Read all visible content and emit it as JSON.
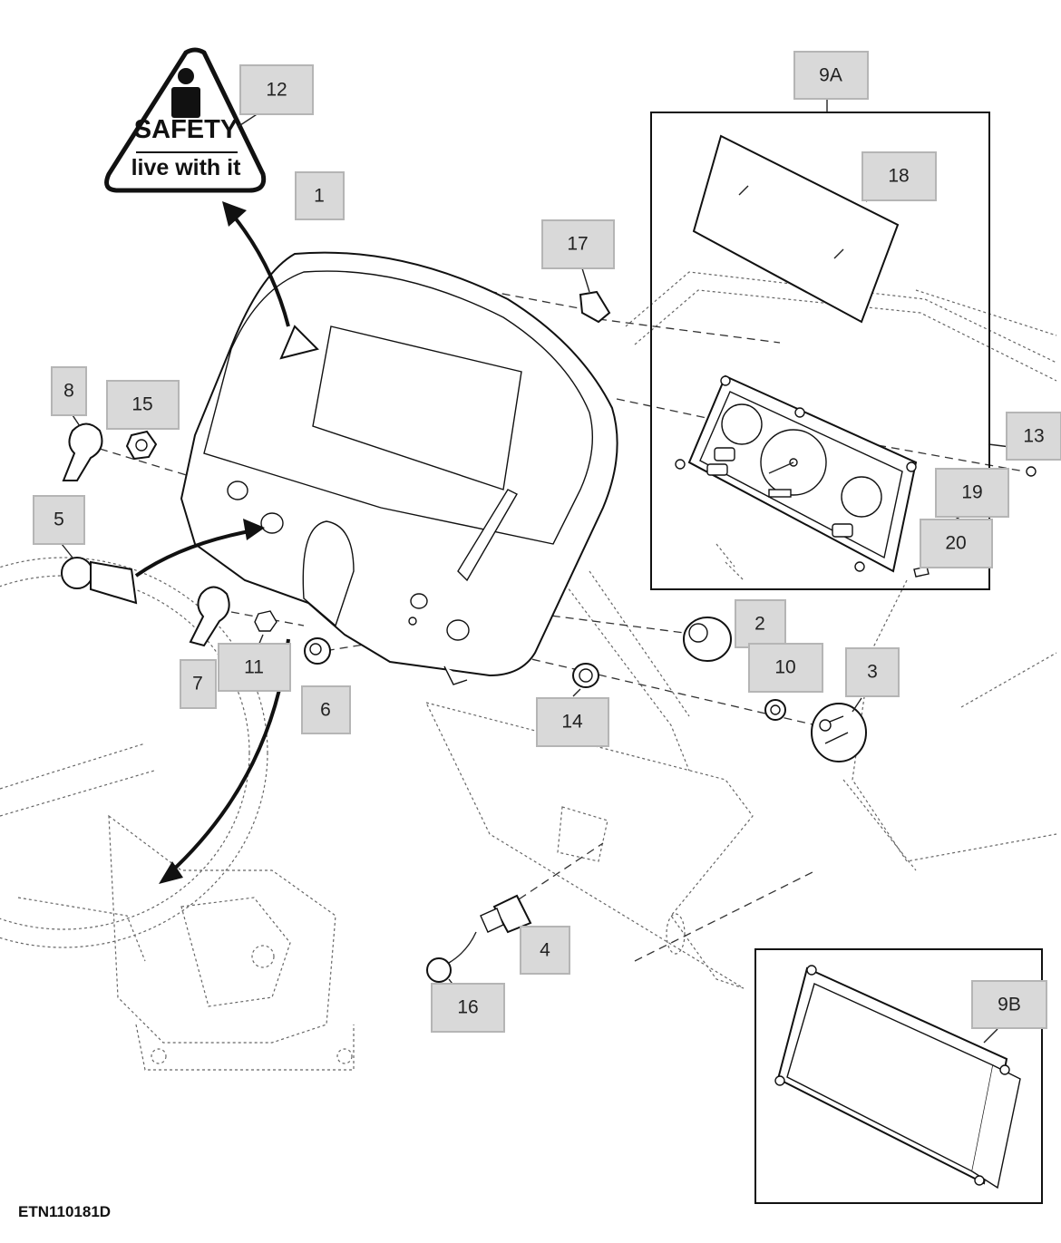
{
  "figure_id": "ETN110181D",
  "decal": {
    "line1": "SAFETY",
    "line2": "live with it"
  },
  "callouts": [
    {
      "id": "c12",
      "label": "12"
    },
    {
      "id": "c1",
      "label": "1"
    },
    {
      "id": "c9A",
      "label": "9A"
    },
    {
      "id": "c18",
      "label": "18"
    },
    {
      "id": "c17",
      "label": "17"
    },
    {
      "id": "c8",
      "label": "8"
    },
    {
      "id": "c15",
      "label": "15"
    },
    {
      "id": "c5",
      "label": "5"
    },
    {
      "id": "c13",
      "label": "13"
    },
    {
      "id": "c19",
      "label": "19"
    },
    {
      "id": "c20",
      "label": "20"
    },
    {
      "id": "c2",
      "label": "2"
    },
    {
      "id": "c10",
      "label": "10"
    },
    {
      "id": "c3",
      "label": "3"
    },
    {
      "id": "c7",
      "label": "7"
    },
    {
      "id": "c11",
      "label": "11"
    },
    {
      "id": "c6",
      "label": "6"
    },
    {
      "id": "c14",
      "label": "14"
    },
    {
      "id": "c4",
      "label": "4"
    },
    {
      "id": "c16",
      "label": "16"
    },
    {
      "id": "c9B",
      "label": "9B"
    }
  ]
}
